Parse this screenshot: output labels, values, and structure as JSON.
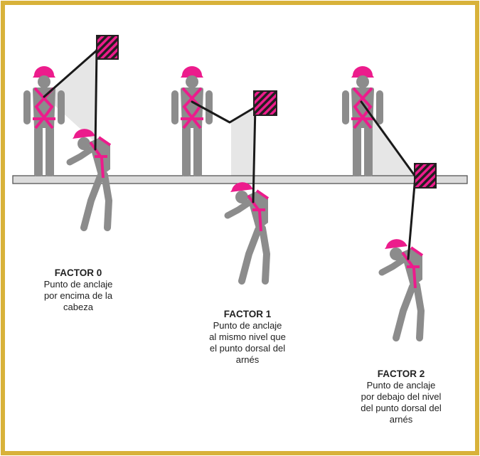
{
  "colors": {
    "border": "#d8b23a",
    "figure": "#8c8c8c",
    "helmet": "#ec1c8c",
    "harness": "#ec1c8c",
    "lanyard": "#1a1a1a",
    "beam_fill": "#dcdcdc",
    "shade": "#e6e6e6",
    "anchor_pink": "#ec1c8c",
    "anchor_dark": "#231f20"
  },
  "factors": [
    {
      "title": "FACTOR 0",
      "description": "Punto de anclaje\npor encima de la\ncabeza"
    },
    {
      "title": "FACTOR 1",
      "description": "Punto de anclaje\nal mismo nivel que\nel punto dorsal del\narnés"
    },
    {
      "title": "FACTOR 2",
      "description": "Punto de anclaje\npor debajo del nivel\ndel punto dorsal del\narnés"
    }
  ]
}
